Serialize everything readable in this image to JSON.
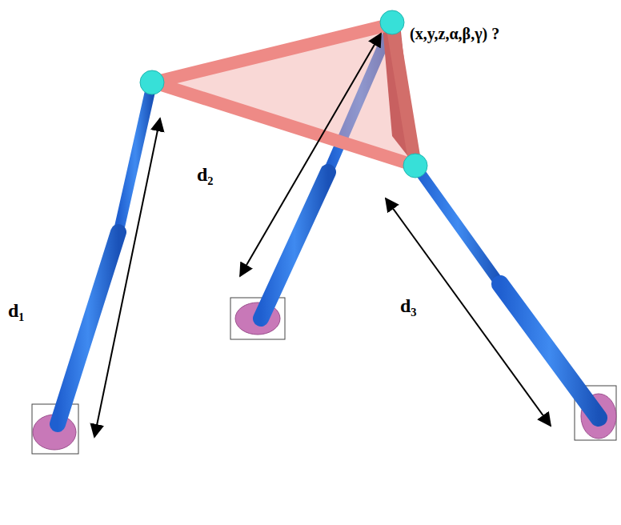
{
  "diagram": {
    "labels": [
      "d₁",
      "d₂",
      "d₃",
      "(x,y,z,α,β,γ) ?"
    ]
  }
}
